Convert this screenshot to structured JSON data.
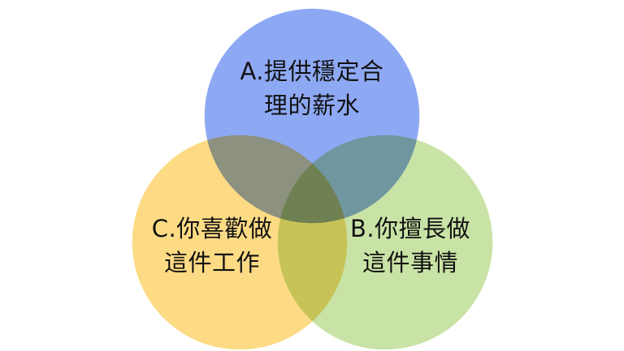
{
  "circles": {
    "a": {
      "line1": "A.提供穩定合",
      "line2": "理的薪水",
      "color": "#8EA9F4"
    },
    "b": {
      "line1": "B.你擅長做",
      "line2": "這件事情",
      "color": "#C9E3A6"
    },
    "c": {
      "line1": "C.你喜歡做",
      "line2": "這件工作",
      "color": "#FDDB85"
    }
  }
}
